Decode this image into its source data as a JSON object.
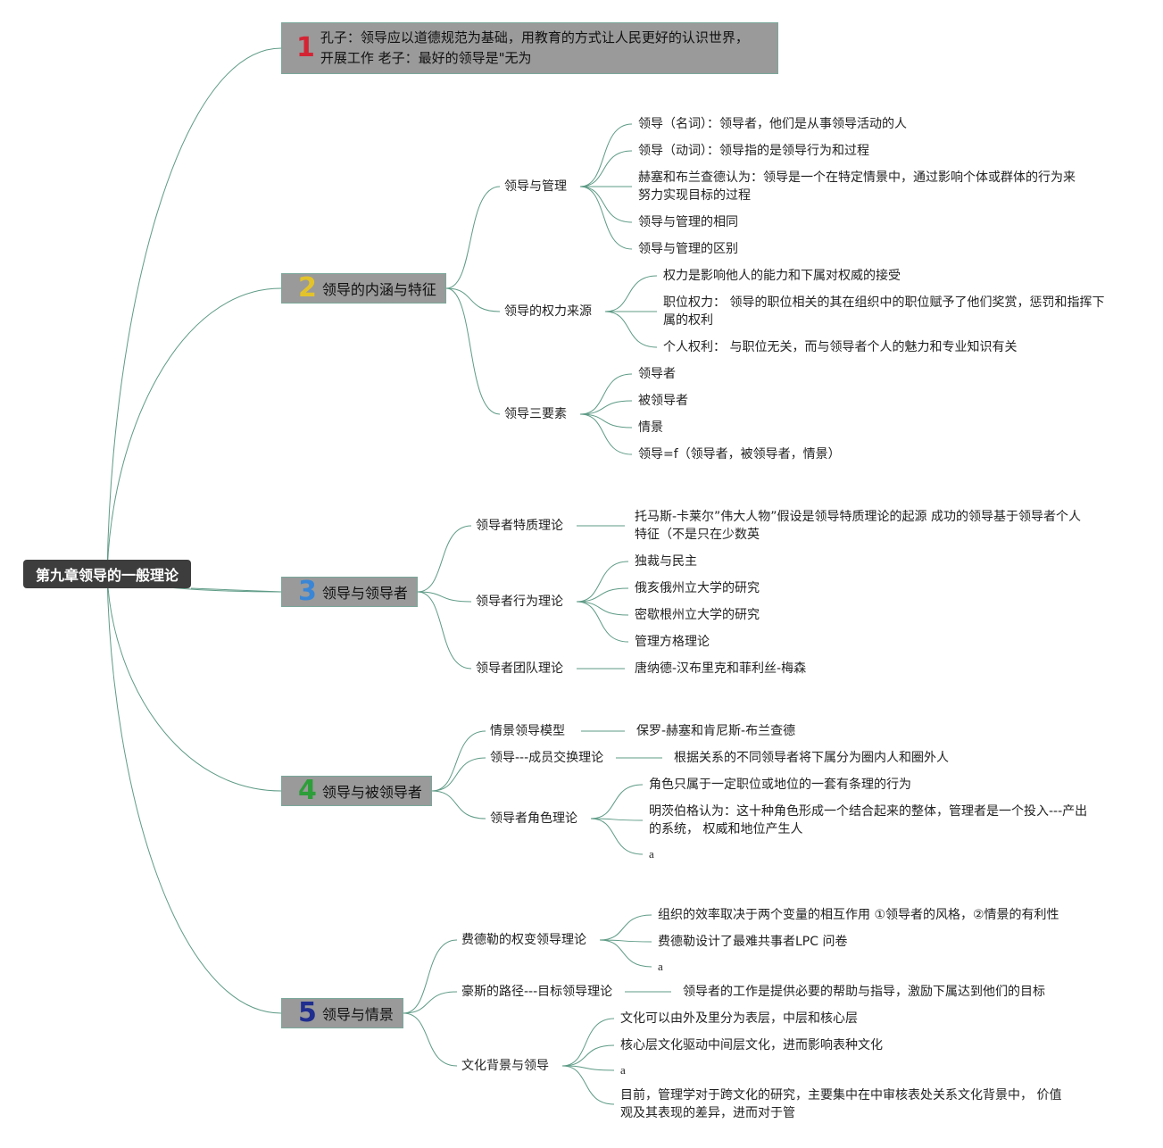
{
  "root": {
    "label": "第九章领导的一般理论"
  },
  "colors": {
    "link": "#5e9b86",
    "num1": "#d42434",
    "num2": "#e3c32b",
    "num3": "#3a86d6",
    "num4": "#2e9e3a",
    "num5": "#1f2e8f"
  },
  "topics": [
    {
      "num": "1",
      "text": "孔子：领导应以道德规范为基础，用教育的方式让人民更好的认识世界，开展工作 老子：最好的领导是\"无为"
    },
    {
      "num": "2",
      "text": "领导的内涵与特征",
      "subs": [
        {
          "label": "领导与管理",
          "leaves": [
            "领导（名词）：领导者，他们是从事领导活动的人",
            "领导（动词）：领导指的是领导行为和过程",
            "赫塞和布兰查德认为：领导是一个在特定情景中，通过影响个体或群体的行为来努力实现目标的过程",
            "领导与管理的相同",
            "领导与管理的区别"
          ]
        },
        {
          "label": "领导的权力来源",
          "leaves": [
            "权力是影响他人的能力和下属对权威的接受",
            "职位权力： 领导的职位相关的其在组织中的职位赋予了他们奖赏，惩罚和指挥下属的权利",
            "个人权利： 与职位无关，而与领导者个人的魅力和专业知识有关"
          ]
        },
        {
          "label": "领导三要素",
          "leaves": [
            "领导者",
            "被领导者",
            "情景",
            "领导=f（领导者，被领导者，情景）"
          ]
        }
      ]
    },
    {
      "num": "3",
      "text": "领导与领导者",
      "subs": [
        {
          "label": "领导者特质理论",
          "leaves": [
            "托马斯-卡莱尔”伟大人物”假设是领导特质理论的起源 成功的领导基于领导者个人特征（不是只在少数英"
          ]
        },
        {
          "label": "领导者行为理论",
          "leaves": [
            "独裁与民主",
            "俄亥俄州立大学的研究",
            "密歇根州立大学的研究",
            "管理方格理论"
          ]
        },
        {
          "label": "领导者团队理论",
          "leaves": [
            "唐纳德-汉布里克和菲利丝-梅森"
          ]
        }
      ]
    },
    {
      "num": "4",
      "text": "领导与被领导者",
      "subs": [
        {
          "label": "情景领导模型",
          "leaves": [
            "保罗-赫塞和肯尼斯-布兰查德"
          ]
        },
        {
          "label": "领导---成员交换理论",
          "leaves": [
            "根据关系的不同领导者将下属分为圈内人和圈外人"
          ]
        },
        {
          "label": "领导者角色理论",
          "leaves": [
            "角色只属于一定职位或地位的一套有条理的行为",
            "明茨伯格认为：这十种角色形成一个结合起来的整体，管理者是一个投入---产出的系统， 权威和地位产生人",
            "a"
          ]
        }
      ]
    },
    {
      "num": "5",
      "text": "领导与情景",
      "subs": [
        {
          "label": "费德勒的权变领导理论",
          "leaves": [
            "组织的效率取决于两个变量的相互作用 ①领导者的风格，②情景的有利性",
            "费德勒设计了最难共事者LPC 问卷",
            "a"
          ]
        },
        {
          "label": "豪斯的路径---目标领导理论",
          "leaves": [
            "领导者的工作是提供必要的帮助与指导，激励下属达到他们的目标"
          ]
        },
        {
          "label": "文化背景与领导",
          "leaves": [
            "文化可以由外及里分为表层，中层和核心层",
            "核心层文化驱动中间层文化，进而影响表种文化",
            "a",
            "目前，管理学对于跨文化的研究，主要集中在中审核表处关系文化背景中， 价值观及其表现的差异，进而对于管"
          ]
        }
      ]
    }
  ]
}
